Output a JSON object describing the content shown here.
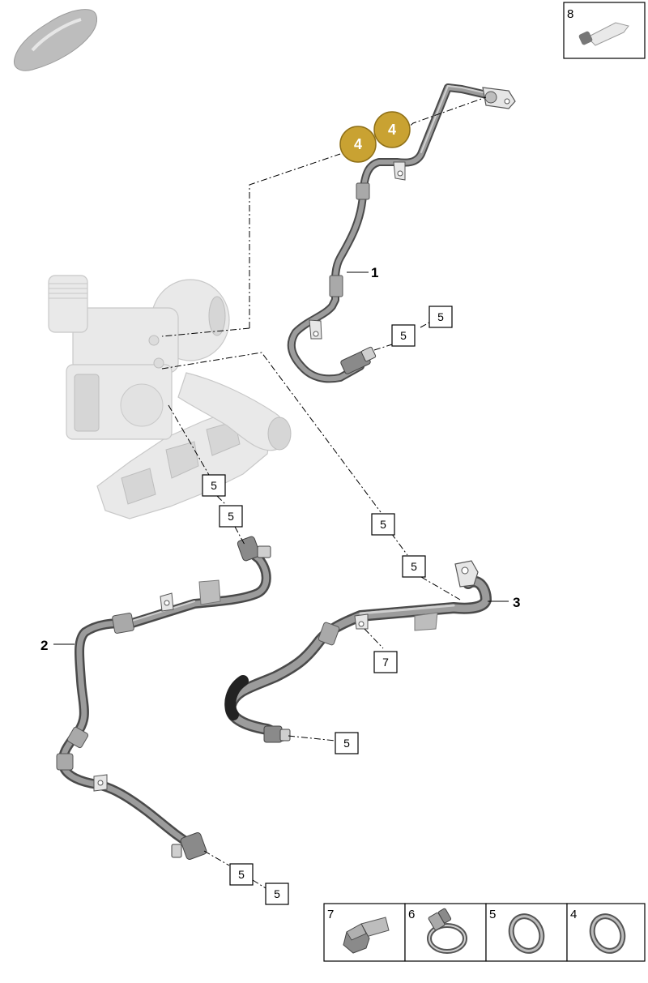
{
  "labels": {
    "part1": "1",
    "part2": "2",
    "part3": "3",
    "gold_a": "4",
    "gold_b": "4",
    "top_box": "8"
  },
  "callouts": [
    {
      "id": "c1",
      "text": "5"
    },
    {
      "id": "c2",
      "text": "5"
    },
    {
      "id": "c3",
      "text": "5"
    },
    {
      "id": "c4",
      "text": "5"
    },
    {
      "id": "c5",
      "text": "5"
    },
    {
      "id": "c6",
      "text": "5"
    },
    {
      "id": "c7",
      "text": "7"
    },
    {
      "id": "c8",
      "text": "5"
    },
    {
      "id": "c9",
      "text": "5"
    },
    {
      "id": "c10",
      "text": "5"
    }
  ],
  "legend": [
    {
      "num": "7",
      "icon": "bolt-icon"
    },
    {
      "num": "6",
      "icon": "hose-clamp-icon"
    },
    {
      "num": "5",
      "icon": "o-ring-icon"
    },
    {
      "num": "4",
      "icon": "o-ring-icon"
    }
  ],
  "colors": {
    "gold_badge": "#c9a232",
    "pipe": "#4a4a4a"
  }
}
